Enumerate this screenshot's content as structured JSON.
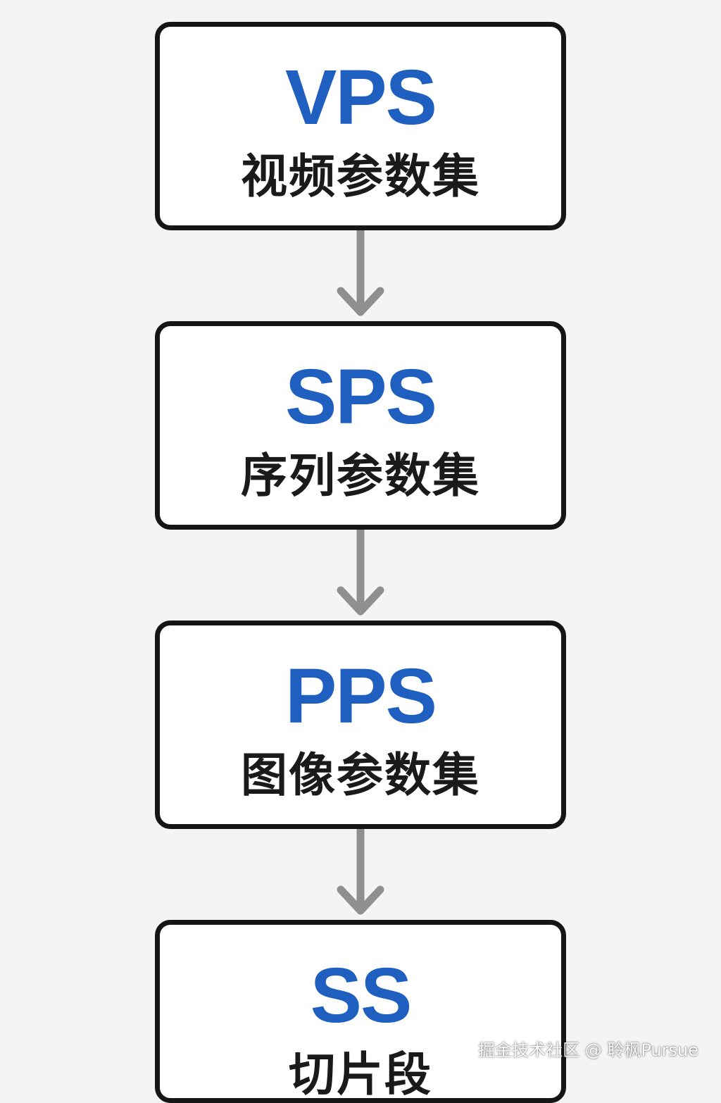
{
  "boxes": [
    {
      "abbr": "VPS",
      "desc": "视频参数集"
    },
    {
      "abbr": "SPS",
      "desc": "序列参数集"
    },
    {
      "abbr": "PPS",
      "desc": "图像参数集"
    },
    {
      "abbr": "SS",
      "desc": "切片段"
    }
  ],
  "watermark": "掘金技术社区 @ 聆枫Pursue",
  "colors": {
    "abbr": "#1f5fbf",
    "desc": "#1a1a1a",
    "border": "#151515",
    "arrow": "#8f8f8f",
    "background": "#f4f4f4"
  }
}
